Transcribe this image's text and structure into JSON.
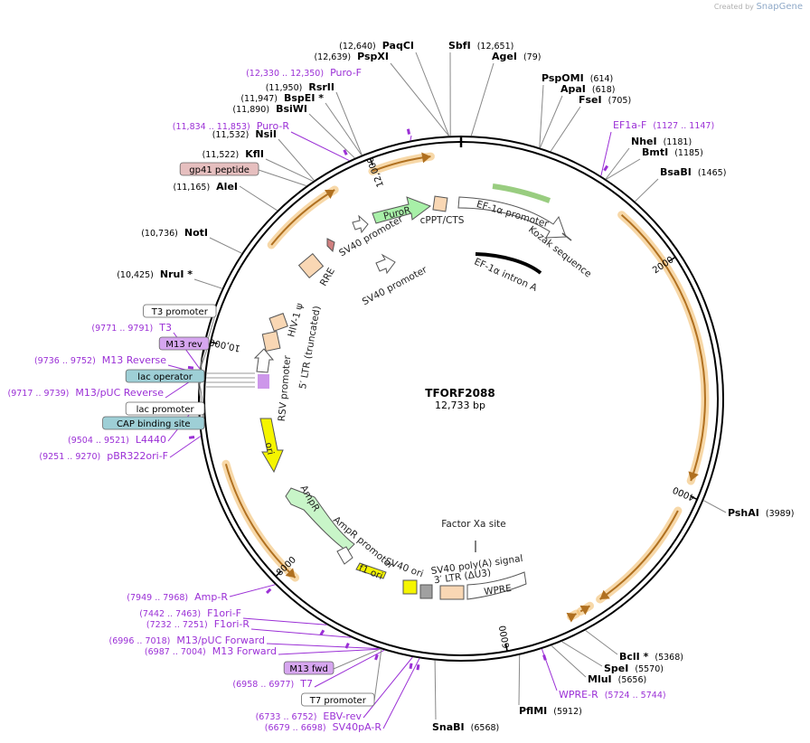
{
  "brand": {
    "prefix": "Created by",
    "name": "SnapGene"
  },
  "plasmid": {
    "name": "TFORF2088",
    "length_label": "12,733 bp",
    "length": 12733
  },
  "ticks": [
    {
      "label": "2000",
      "pos": 2000
    },
    {
      "label": "4000",
      "pos": 4000
    },
    {
      "label": "6000",
      "pos": 6000
    },
    {
      "label": "8000",
      "pos": 8000
    },
    {
      "label": "10,000",
      "pos": 10000
    },
    {
      "label": "12,000",
      "pos": 12000
    }
  ],
  "enzymes": [
    {
      "pos_label": "(12,640)",
      "name": "PaqCI",
      "pos": 12640
    },
    {
      "pos_label": "(12,639)",
      "name": "PspXI",
      "pos": 12639
    },
    {
      "pos_label": "(12,651)",
      "name": "SbfI",
      "pos": 12651
    },
    {
      "pos_label": "(79)",
      "name": "AgeI",
      "pos": 79
    },
    {
      "pos_label": "(614)",
      "name": "PspOMI",
      "pos": 614
    },
    {
      "pos_label": "(618)",
      "name": "ApaI",
      "pos": 618
    },
    {
      "pos_label": "(705)",
      "name": "FseI",
      "pos": 705
    },
    {
      "pos_label": "(1181)",
      "name": "NheI",
      "pos": 1181
    },
    {
      "pos_label": "(1185)",
      "name": "BmtI",
      "pos": 1185
    },
    {
      "pos_label": "(1465)",
      "name": "BsaBI",
      "pos": 1465
    },
    {
      "pos_label": "(3989)",
      "name": "PshAI",
      "pos": 3989
    },
    {
      "pos_label": "(5368)",
      "name": "BclI *",
      "pos": 5368
    },
    {
      "pos_label": "(5570)",
      "name": "SpeI",
      "pos": 5570
    },
    {
      "pos_label": "(5656)",
      "name": "MluI",
      "pos": 5656
    },
    {
      "pos_label": "(5912)",
      "name": "PflMI",
      "pos": 5912
    },
    {
      "pos_label": "(6568)",
      "name": "SnaBI",
      "pos": 6568
    },
    {
      "pos_label": "(10,425)",
      "name": "NruI *",
      "pos": 10425
    },
    {
      "pos_label": "(10,736)",
      "name": "NotI",
      "pos": 10736
    },
    {
      "pos_label": "(11,165)",
      "name": "AleI",
      "pos": 11165
    },
    {
      "pos_label": "(11,522)",
      "name": "KflI",
      "pos": 11522
    },
    {
      "pos_label": "(11,532)",
      "name": "NsiI",
      "pos": 11532
    },
    {
      "pos_label": "(11,890)",
      "name": "BsiWI",
      "pos": 11890
    },
    {
      "pos_label": "(11,947)",
      "name": "BspEI *",
      "pos": 11947
    },
    {
      "pos_label": "(11,950)",
      "name": "RsrII",
      "pos": 11950
    }
  ],
  "primers": [
    {
      "pos_label": "(12,330 .. 12,350)",
      "name": "Puro-F",
      "pos": 12340
    },
    {
      "pos_label": "(11,834 .. 11,853)",
      "name": "Puro-R",
      "pos": 11843
    },
    {
      "pos_label": "(1127 .. 1147)",
      "name": "EF1a-F",
      "pos": 1137
    },
    {
      "pos_label": "(9771 .. 9791)",
      "name": "T3",
      "pos": 9781
    },
    {
      "pos_label": "(9736 .. 9752)",
      "name": "M13 Reverse",
      "pos": 9744
    },
    {
      "pos_label": "(9717 .. 9739)",
      "name": "M13/pUC Reverse",
      "pos": 9728
    },
    {
      "pos_label": "(9504 .. 9521)",
      "name": "L4440",
      "pos": 9512
    },
    {
      "pos_label": "(9251 .. 9270)",
      "name": "pBR322ori-F",
      "pos": 9260
    },
    {
      "pos_label": "(7949 .. 7968)",
      "name": "Amp-R",
      "pos": 7958
    },
    {
      "pos_label": "(7442 .. 7463)",
      "name": "F1ori-F",
      "pos": 7452
    },
    {
      "pos_label": "(7232 .. 7251)",
      "name": "F1ori-R",
      "pos": 7241
    },
    {
      "pos_label": "(6996 .. 7018)",
      "name": "M13/pUC Forward",
      "pos": 7007
    },
    {
      "pos_label": "(6987 .. 7004)",
      "name": "M13 Forward",
      "pos": 6995
    },
    {
      "pos_label": "(6958 .. 6977)",
      "name": "T7",
      "pos": 6967
    },
    {
      "pos_label": "(6733 .. 6752)",
      "name": "EBV-rev",
      "pos": 6742
    },
    {
      "pos_label": "(6679 .. 6698)",
      "name": "SV40pA-R",
      "pos": 6688
    },
    {
      "pos_label": "(5724 .. 5744)",
      "name": "WPRE-R",
      "pos": 5734
    }
  ],
  "label_boxes": [
    {
      "name": "gp41 peptide",
      "fill": "#e6bfbf"
    },
    {
      "name": "T3 promoter",
      "fill": "#ffffff"
    },
    {
      "name": "M13 rev",
      "fill": "#d6a6ef"
    },
    {
      "name": "lac operator",
      "fill": "#9ecfd6"
    },
    {
      "name": "lac promoter",
      "fill": "#ffffff"
    },
    {
      "name": "CAP binding site",
      "fill": "#9ecfd6"
    },
    {
      "name": "M13 fwd",
      "fill": "#d6a6ef"
    },
    {
      "name": "T7 promoter",
      "fill": "#ffffff"
    }
  ],
  "features": [
    {
      "name": "PuroR",
      "color": "#a8f0a8"
    },
    {
      "name": "cPPT/CTS",
      "color": "#f9d7b4"
    },
    {
      "name": "EF-1α promoter",
      "color": "#ffffff"
    },
    {
      "name": "Kozak sequence",
      "color": "#ffffff"
    },
    {
      "name": "EF-1α intron A",
      "color": "#000000"
    },
    {
      "name": "SV40 promoter",
      "color": "#ffffff"
    },
    {
      "name": "RRE",
      "color": "#f9d7b4"
    },
    {
      "name": "HIV-1 ψ",
      "color": "#f9d7b4"
    },
    {
      "name": "5′ LTR (truncated)",
      "color": "#f9d7b4"
    },
    {
      "name": "RSV promoter",
      "color": "#ffffff"
    },
    {
      "name": "ori",
      "color": "#f5f500"
    },
    {
      "name": "AmpR",
      "color": "#c8f5c8"
    },
    {
      "name": "AmpR promoter",
      "color": "#ffffff"
    },
    {
      "name": "f1 ori",
      "color": "#f5f500"
    },
    {
      "name": "SV40 ori",
      "color": "#f5f500"
    },
    {
      "name": "SV40 poly(A) signal",
      "color": "#a0a0a0"
    },
    {
      "name": "3′ LTR (ΔU3)",
      "color": "#f9d7b4"
    },
    {
      "name": "WPRE",
      "color": "#ffffff"
    },
    {
      "name": "Factor Xa site",
      "color": "#ffffff"
    }
  ],
  "colors": {
    "primer": "#9b30d6",
    "orf": "#f0b860",
    "orf_arrow": "#b07020",
    "backbone": "#000000"
  }
}
